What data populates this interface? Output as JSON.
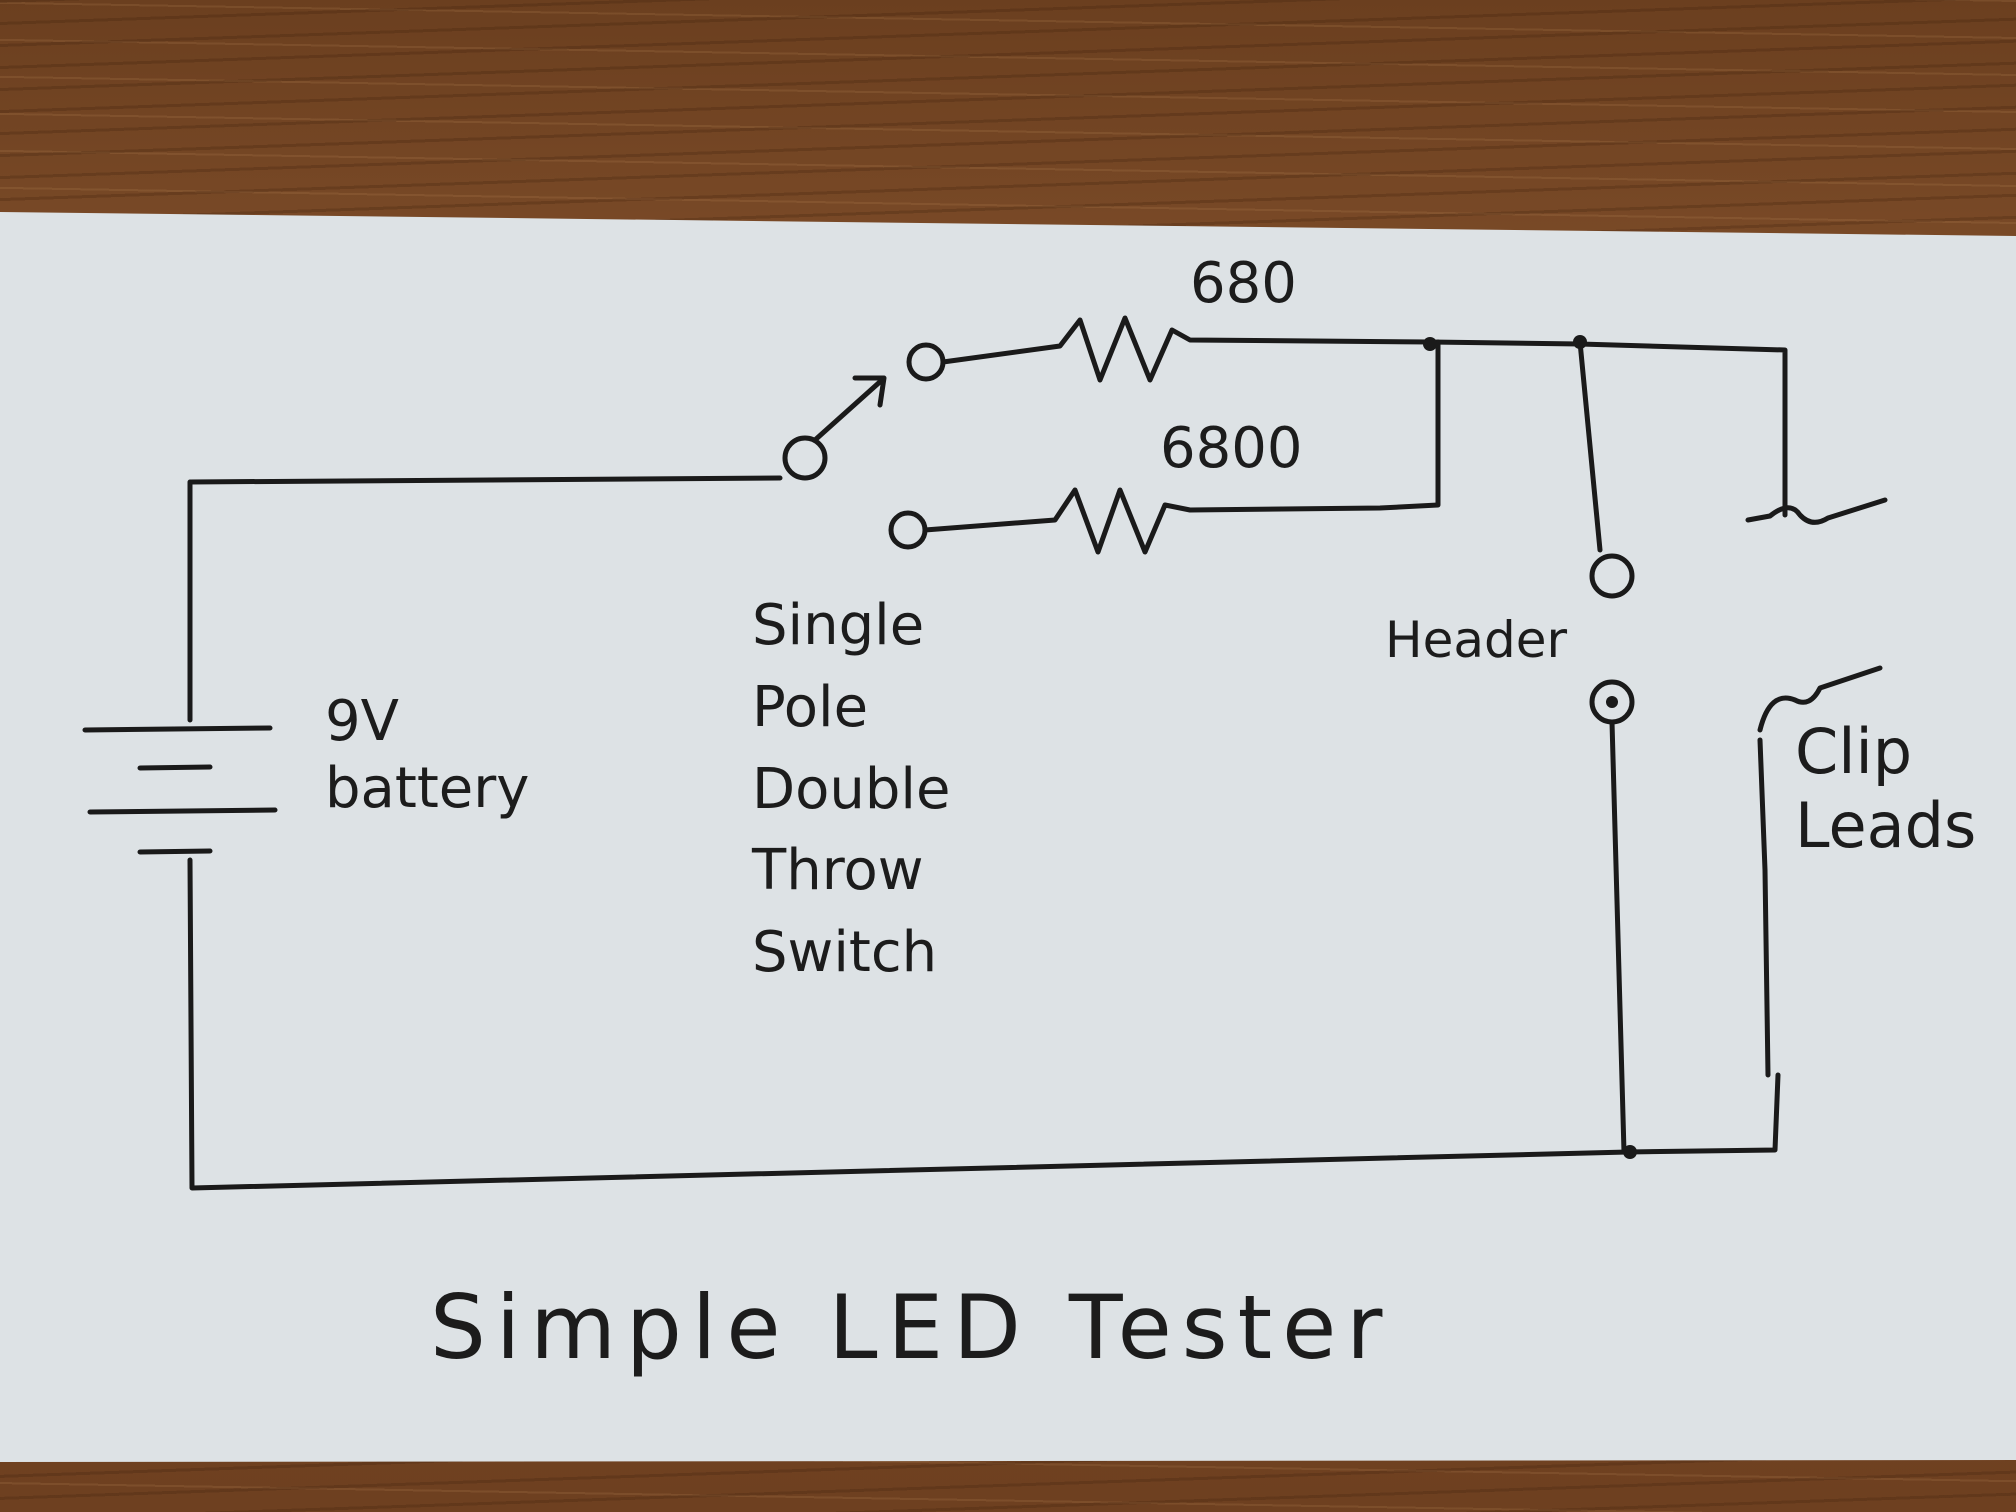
{
  "colors": {
    "paper": "#dfe3e6",
    "ink": "#1a1a1a",
    "wood": "#7a4a26"
  },
  "labels": {
    "resistor_top": "680",
    "resistor_bottom": "6800",
    "battery": "9V\nbattery",
    "switch": "Single\nPole\nDouble\nThrow\nSwitch",
    "header": "Header",
    "clip_leads": "Clip\nLeads",
    "title": "Simple LED Tester"
  }
}
